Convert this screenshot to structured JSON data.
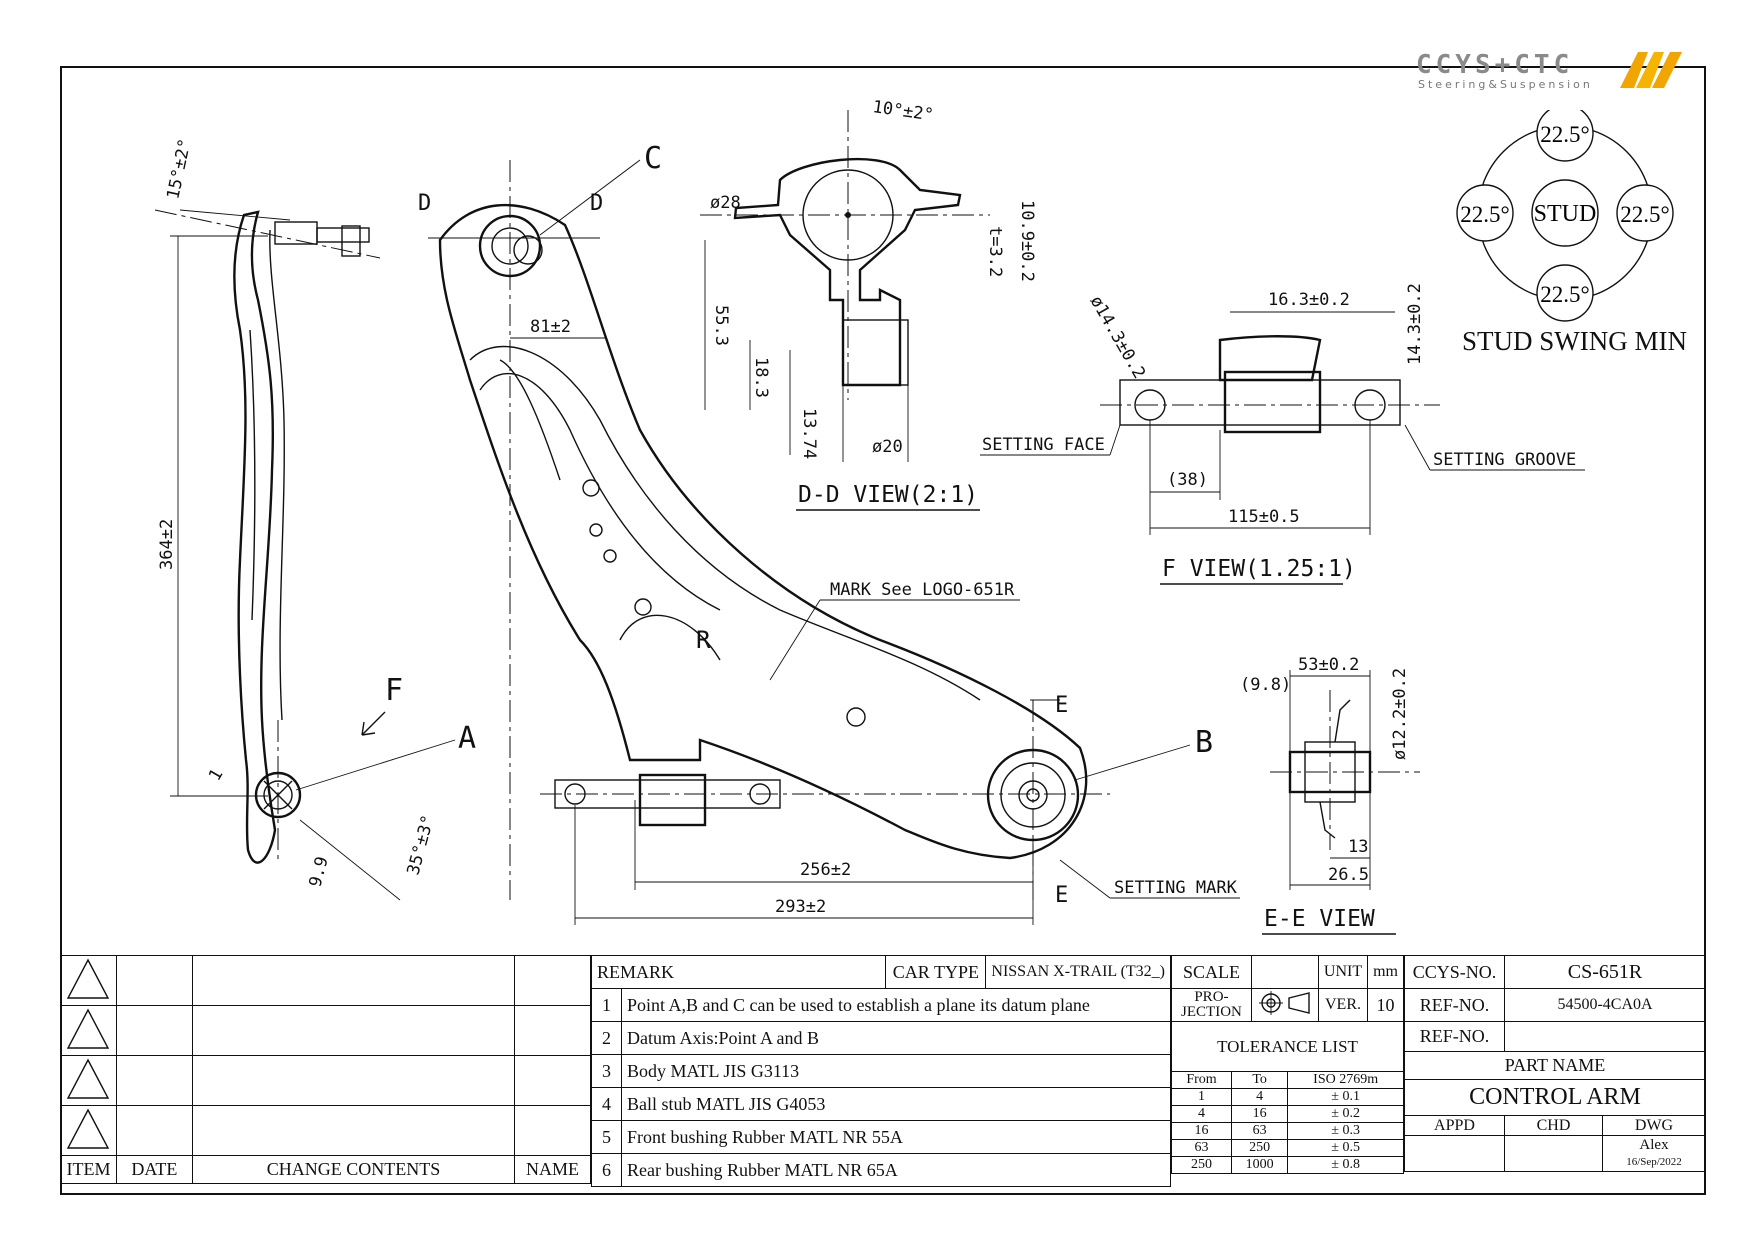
{
  "logo": {
    "brand": "CCYS+CTC",
    "tagline": "Steering&Suspension"
  },
  "swing": {
    "title": "STUD SWING MIN",
    "center": "STUD",
    "angles": [
      "22.5°",
      "22.5°",
      "22.5°",
      "22.5°"
    ]
  },
  "views": {
    "dd": "D-D VIEW(2:1)",
    "f": "F VIEW(1.25:1)",
    "ee": "E-E VIEW"
  },
  "points": {
    "a": "A",
    "b": "B",
    "c": "C",
    "d": "D",
    "e": "E",
    "f": "F",
    "r": "R"
  },
  "dims": {
    "angle_15": "15°±2°",
    "len_364": "364±2",
    "d81": "81±2",
    "d1": "1",
    "d99": "9.9",
    "ang35": "35°±3°",
    "d256": "256±2",
    "d293": "293±2",
    "ang10": "10°±2°",
    "phi28": "ø28",
    "t32": "t=3.2",
    "d109": "10.9±0.2",
    "d553": "55.3",
    "d183": "18.3",
    "d1374": "13.74",
    "phi20": "ø20",
    "phi143": "ø14.3±0.2",
    "d163": "16.3±0.2",
    "d143": "14.3±0.2",
    "d38": "(38)",
    "d115": "115±0.5",
    "d53": "53±0.2",
    "d98": "(9.8)",
    "phi122": "ø12.2±0.2",
    "d13": "13",
    "d265": "26.5"
  },
  "notes": {
    "setting_face": "SETTING FACE",
    "setting_groove": "SETTING GROOVE",
    "setting_mark": "SETTING MARK",
    "mark_logo": "MARK See LOGO-651R"
  },
  "revision": {
    "item": "ITEM",
    "date": "DATE",
    "change": "CHANGE CONTENTS",
    "name": "NAME"
  },
  "remark": {
    "header": "REMARK",
    "car_type_label": "CAR TYPE",
    "car_type": "NISSAN X-TRAIL (T32_)",
    "items": [
      {
        "n": "1",
        "text": "Point A,B and C can be used to establish a plane its datum plane"
      },
      {
        "n": "2",
        "text": "Datum Axis:Point A and B"
      },
      {
        "n": "3",
        "text": "Body MATL JIS G3113"
      },
      {
        "n": "4",
        "text": "Ball stub MATL JIS G4053"
      },
      {
        "n": "5",
        "text": "Front bushing Rubber MATL NR 55A"
      },
      {
        "n": "6",
        "text": "Rear bushing Rubber MATL NR 65A"
      }
    ]
  },
  "info": {
    "scale": "SCALE",
    "unit": "UNIT",
    "unit_value": "mm",
    "projection": "PRO-\nJECTION",
    "ver": "VER.",
    "ver_value": "10",
    "tolerance_title": "TOLERANCE LIST",
    "tol_from": "From",
    "tol_to": "To",
    "tol_std": "ISO 2769m",
    "tolerances": [
      {
        "from": "1",
        "to": "4",
        "tol": "± 0.1"
      },
      {
        "from": "4",
        "to": "16",
        "tol": "± 0.2"
      },
      {
        "from": "16",
        "to": "63",
        "tol": "± 0.3"
      },
      {
        "from": "63",
        "to": "250",
        "tol": "± 0.5"
      },
      {
        "from": "250",
        "to": "1000",
        "tol": "± 0.8"
      }
    ],
    "ccys_no_label": "CCYS-NO.",
    "ccys_no": "CS-651R",
    "ref_no_label": "REF-NO.",
    "ref_no": "54500-4CA0A",
    "ref_no2": "",
    "part_name_label": "PART NAME",
    "part_name": "CONTROL ARM",
    "appd": "APPD",
    "chd": "CHD",
    "dwg": "DWG",
    "drawer": "Alex",
    "date": "16/Sep/2022"
  }
}
